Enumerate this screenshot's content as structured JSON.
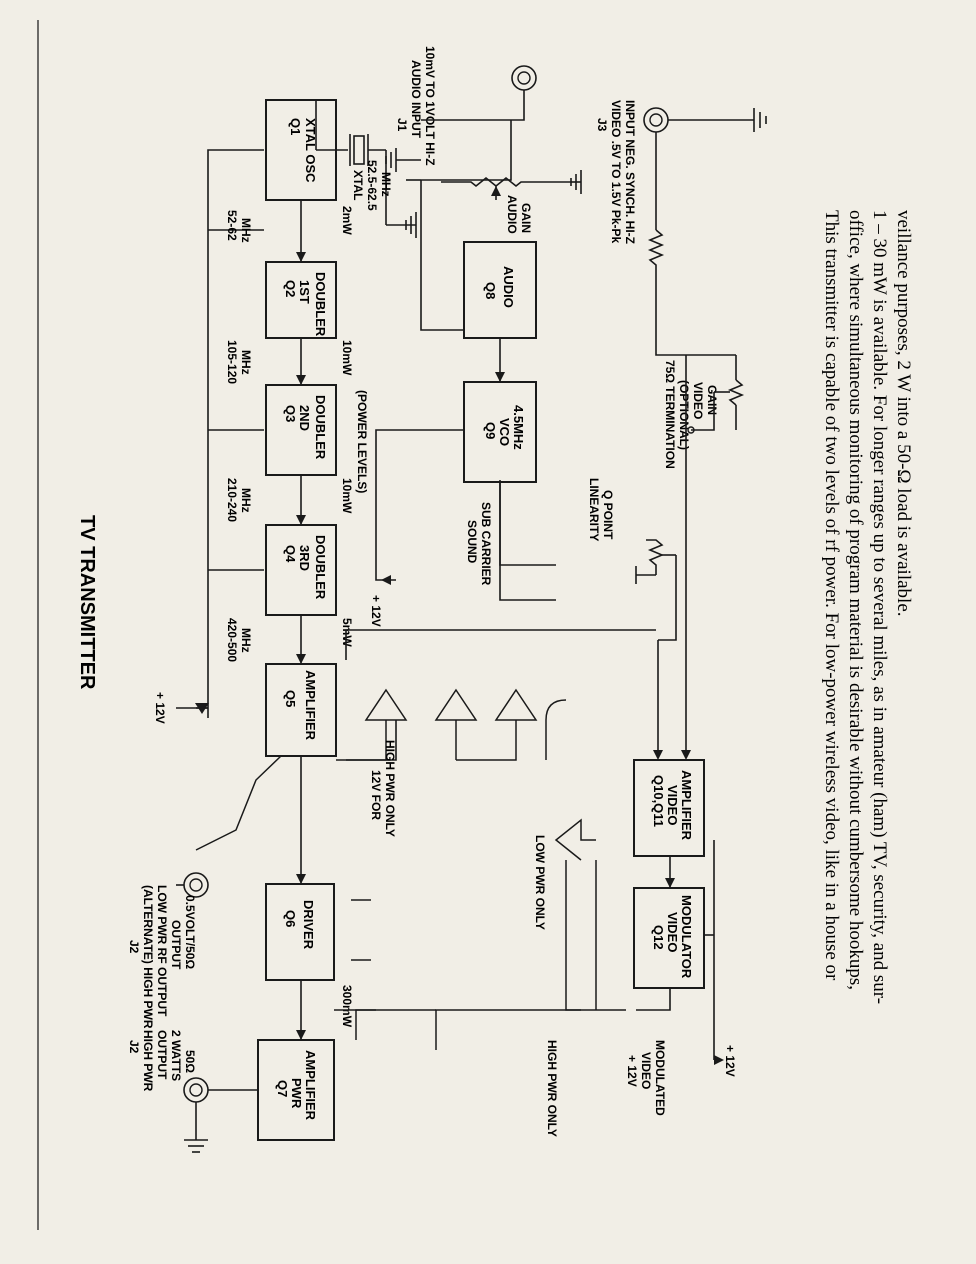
{
  "title": "TV TRANSMITTER",
  "blocks": {
    "q1": [
      "Q1",
      "XTAL OSC"
    ],
    "q2": [
      "Q2",
      "1ST",
      "DOUBLER"
    ],
    "q3": [
      "Q3",
      "2ND",
      "DOUBLER"
    ],
    "q4": [
      "Q4",
      "3RD",
      "DOUBLER"
    ],
    "q5": [
      "Q5",
      "AMPLIFIER"
    ],
    "q6": [
      "Q6",
      "DRIVER"
    ],
    "q7": [
      "Q7",
      "PWR",
      "AMPLIFIER"
    ],
    "q8": [
      "Q8",
      "AUDIO"
    ],
    "q9": [
      "Q9",
      "VCO",
      "4.5MHz"
    ],
    "q10": [
      "Q10,Q11",
      "VIDEO",
      "AMPLIFIER"
    ],
    "q12": [
      "Q12",
      "VIDEO",
      "MODULATOR"
    ]
  },
  "freq": {
    "f1": [
      "52-62",
      "MHz"
    ],
    "f2": [
      "105-120",
      "MHz"
    ],
    "f3": [
      "210-240",
      "MHz"
    ],
    "f4": [
      "420-500",
      "MHz"
    ]
  },
  "levels": {
    "l1": "2mW",
    "l2": "10mW",
    "l3": "10mW",
    "l4": "5mW",
    "l6": "300mW",
    "power_levels": "(POWER LEVELS)"
  },
  "xtal": [
    "XTAL",
    "52.5-62.5",
    "MHz"
  ],
  "j1": [
    "J1",
    "AUDIO INPUT",
    "10mV TO 1VOLT HI-Z"
  ],
  "j3": [
    "J3",
    "VIDEO .5V TO 1.5V Pk-Pk",
    "INPUT NEG. SYNCH. HI-Z"
  ],
  "audio_gain": [
    "AUDIO",
    "GAIN"
  ],
  "video_gain": [
    "VIDEO",
    "GAIN"
  ],
  "termination": [
    "75Ω TERMINATION",
    "(OPTIONAL)"
  ],
  "linearity": [
    "LINEARITY",
    "Q POINT"
  ],
  "sound": [
    "SOUND",
    "SUB CARRIER"
  ],
  "plus12": "+ 12V",
  "plus12_video_mod": [
    "+ 12V",
    "VIDEO",
    "MODULATED"
  ],
  "hp12": [
    "12V FOR",
    "HIGH PWR ONLY"
  ],
  "low_pwr_only": "LOW PWR ONLY",
  "high_pwr_only": "HIGH PWR ONLY",
  "j2_alt": [
    "J2",
    "(ALTERNATE) HIGH PWR",
    "LOW PWR RF OUTPUT",
    "OUTPUT",
    "0.5VOLT/50Ω"
  ],
  "j2_main": [
    "J2",
    "HIGH PWR",
    "OUTPUT",
    "2 WATTS",
    "50Ω"
  ],
  "caption": [
    "This transmitter is capable of two levels of rf power. For low-power wireless video, like in a house or",
    "office, where simultaneous monitoring of program material is desirable without cumbersome hookups,",
    "1 – 30 mW is available. For longer ranges up to several miles, as in amateur (ham) TV, security, and sur-",
    "veillance purposes, 2 W into a 50-Ω load is available."
  ]
}
